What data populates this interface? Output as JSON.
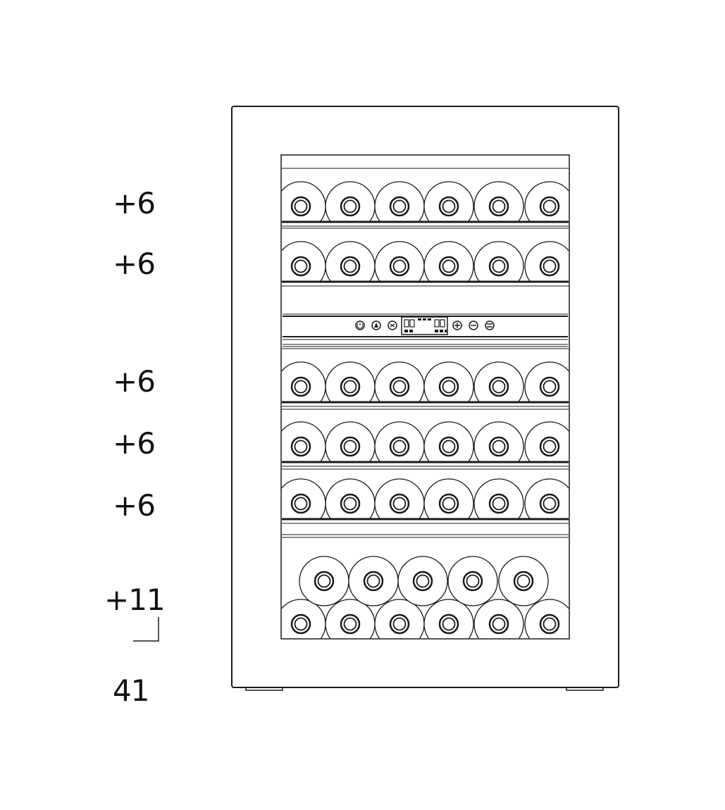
{
  "capacity": {
    "rows": [
      {
        "label": "+6",
        "bottles": 6
      },
      {
        "label": "+6",
        "bottles": 6
      },
      {
        "label": "+6",
        "bottles": 6
      },
      {
        "label": "+6",
        "bottles": 6
      },
      {
        "label": "+6",
        "bottles": 6
      },
      {
        "label": "+11",
        "bottles": 11
      }
    ],
    "total": "41"
  },
  "control_panel": {
    "buttons": [
      "power-icon",
      "light-icon",
      "fan-icon",
      "plus-icon",
      "minus-icon",
      "unit-toggle-icon"
    ],
    "display": "digital-temperature-display"
  },
  "colors": {
    "line": "#1a1a1a",
    "background": "#ffffff"
  }
}
